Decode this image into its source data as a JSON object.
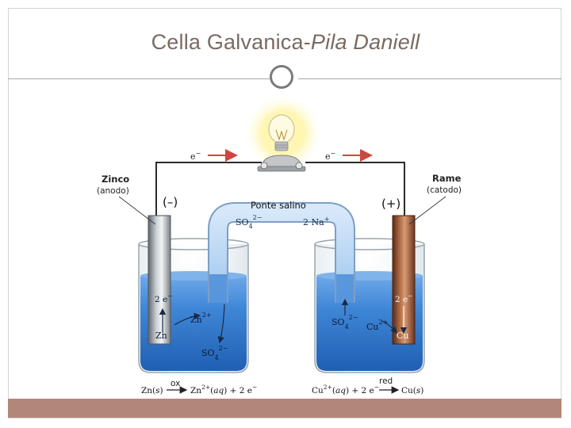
{
  "slide": {
    "title_main": "Cella Galvanica-",
    "title_italic": "Pila Daniell"
  },
  "diagram": {
    "electron_left": "e",
    "electron_right": "e",
    "electron_sup": "−",
    "anode_name": "Zinco",
    "anode_role": "(anodo)",
    "cathode_name": "Rame",
    "cathode_role": "(catodo)",
    "anode_sign": "(–)",
    "cathode_sign": "(+)",
    "salt_bridge": "Ponte salino",
    "bridge_sulfate": "SO",
    "bridge_sulfate_sub": "4",
    "bridge_sulfate_sup": "2−",
    "bridge_sodium": "2 Na",
    "bridge_sodium_sup": "+",
    "left_electrons": "2 e",
    "left_electrons_sup": "−",
    "left_zn_ion": "Zn",
    "left_zn_ion_sup": "2+",
    "left_zn": "Zn",
    "left_sulfate": "SO",
    "left_sulfate_sub": "4",
    "left_sulfate_sup": "2−",
    "right_sulfate": "SO",
    "right_sulfate_sub": "4",
    "right_sulfate_sup": "2−",
    "right_cu_ion": "Cu",
    "right_cu_ion_sup": "2+",
    "right_electrons": "2 e",
    "right_electrons_sup": "−",
    "right_cu": "Cu",
    "ox_label": "ox",
    "red_label": "red",
    "eq_left_a": "Zn(",
    "eq_left_b": "s",
    "eq_left_c": ")",
    "eq_left_d": "Zn",
    "eq_left_e": "2+",
    "eq_left_f": "(",
    "eq_left_g": "aq",
    "eq_left_h": ") + 2 e",
    "eq_left_i": "−",
    "eq_right_a": "Cu",
    "eq_right_b": "2+",
    "eq_right_c": "(",
    "eq_right_d": "aq",
    "eq_right_e": ") + 2 e",
    "eq_right_f": "−",
    "eq_right_g": "Cu(",
    "eq_right_h": "s",
    "eq_right_i": ")"
  },
  "colors": {
    "title": "#7a6a62",
    "footer_bar": "#b3867a",
    "solution": "#3f86d6",
    "electron_arrow": "#d0463e",
    "zinc": "#9da3a8",
    "copper": "#8a4a2c"
  }
}
